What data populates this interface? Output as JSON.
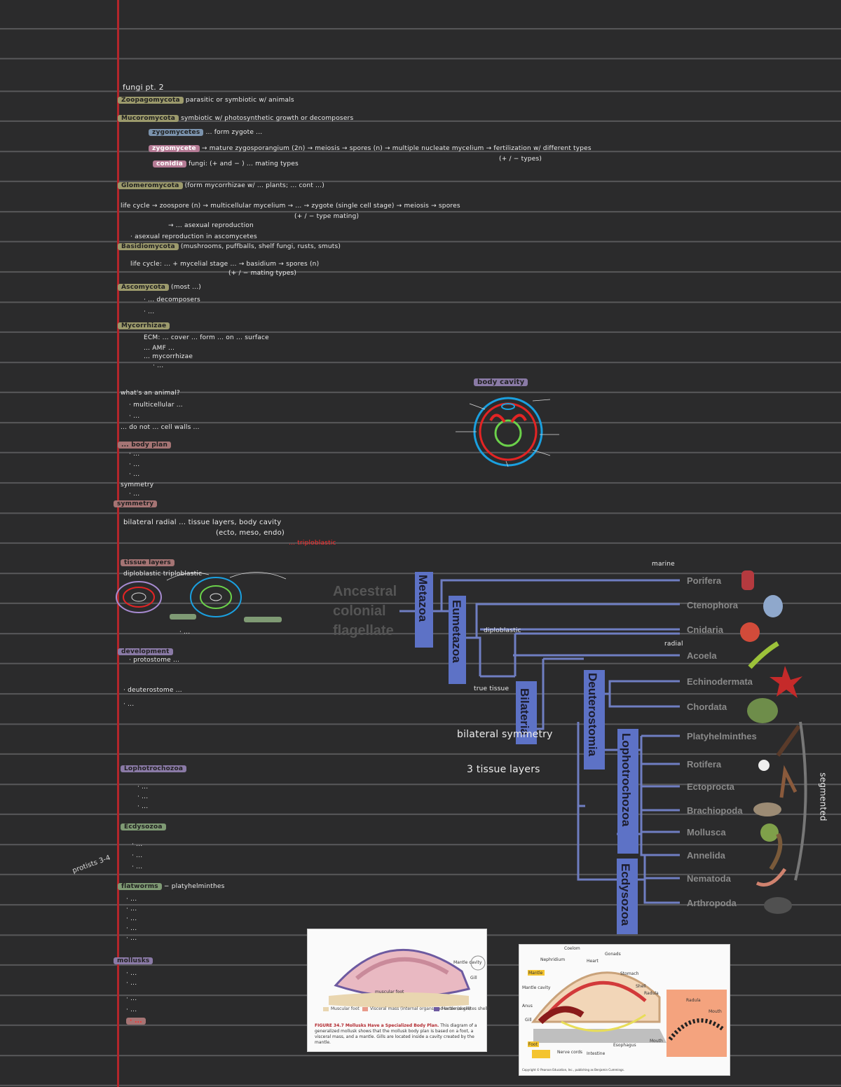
{
  "page": {
    "title": "fungi pt. 2"
  },
  "notes": {
    "n1_hl": "Zoopagomycota",
    "n1": "parasitic or symbiotic w/ animals",
    "n2_hl": "Mucoromycota",
    "n2": "symbiotic w/ photosynthetic growth or decomposers",
    "n3_hl": "zygomycetes",
    "n3": "... form zygote ...",
    "n4_hl": "zygomycete",
    "n4": "→ mature zygosporangium (2n) → meiosis → spores (n) → multiple nucleate mycelium → fertilization w/ different types",
    "n5": "(+ / − types)",
    "n6_hl": "conidia",
    "n6": "fungi: (+ and − ) ... mating types",
    "n7_hl": "Glomeromycota",
    "n7": "(form mycorrhizae w/ ... plants; ... cont ...)",
    "n8_hl": "life cycle",
    "n8": "→ zoospore (n) → multicellular mycelium → ... → zygote (single cell stage) → meiosis → spores",
    "n9": "(+ / − type mating)",
    "n10": "→ ... asexual reproduction",
    "n11": "· asexual reproduction in ascomycetes",
    "n12_hl": "Basidiomycota",
    "n12": "(mushrooms, puffballs, shelf fungi, rusts, smuts)",
    "n13": "life cycle: ... + mycelial stage ... → basidium → spores (n)",
    "n14": "(+ / − mating types)",
    "n15_hl": "Ascomycota",
    "n15": "(most ...)",
    "n16": "· ... decomposers",
    "n17": "· ... ",
    "n18_hl": "Mycorrhizae",
    "n18": "",
    "n19": "ECM: ... cover ... form ... on ... surface",
    "n20": "... AMF ...",
    "n21": "... mycorrhizae",
    "n22": "· ... ",
    "n23": "what's an animal?",
    "n24": "· multicellular ...",
    "n25": "· ... ",
    "n26": "... do not ... cell walls ...",
    "n27_hl": "... body plan",
    "n27": "",
    "n28": "· ... ",
    "n29": "· ... ",
    "n30": "· ... ",
    "n31": "symmetry",
    "n32": "· ...",
    "n33_hl": "symmetry",
    "n33": "",
    "n34": "bilateral   radial   ... tissue layers, body cavity",
    "n35": "(ecto, meso, endo)",
    "n36": "... triploblastic",
    "n37": "tissue layers",
    "n38": "diploblastic   triploblastic",
    "n39": "· ... ",
    "n40_hl": "development",
    "n40": "",
    "n41": "· protostome ...",
    "n42": "· deuterostome ...",
    "n43": "· ... ",
    "n44": "Lophotrochozoa",
    "n45": "· ... ",
    "n46": "· ... ",
    "n47": "· ... ",
    "n48": "Ecdysozoa",
    "n49": "· ... ",
    "n50": "· ... ",
    "n51": "· ... ",
    "n52_hl": "flatworms",
    "n52": "− platyhelminthes",
    "n53": "· ... ",
    "n54": "· ... ",
    "n55": "· ... ",
    "n56": "· ... ",
    "n57": "· ... ",
    "n58_hl": "mollusks",
    "n58": "",
    "n59": "· ... ",
    "n60": "· ... ",
    "n61": "· ... ",
    "n62": "· ... ",
    "n63_red": "· ... ",
    "side_note": "protists 3-4",
    "body_cavity": "body cavity",
    "marine": "marine",
    "radial": "radial",
    "true_tissue": "true tissue",
    "bilateral_symmetry": "bilateral symmetry",
    "three_tissue": "3 tissue layers",
    "segmented": "segmented",
    "diploblastic": "diploblastic"
  },
  "tree": {
    "root": "Ancestral colonial flagellate",
    "clades": [
      "Metazoa",
      "Eumetazoa",
      "Bilateria",
      "Deuterostomia",
      "Lophotrochozoa",
      "Ecdysozoa"
    ],
    "taxa": [
      "Porifera",
      "Ctenophora",
      "Cnidaria",
      "Acoela",
      "Echinodermata",
      "Chordata",
      "Platyhelminthes",
      "Rotifera",
      "Ectoprocta",
      "Brachiopoda",
      "Mollusca",
      "Annelida",
      "Nematoda",
      "Arthropoda"
    ],
    "colors": {
      "branch": "#6f7ec2",
      "clade_box": "#5d72c6",
      "taxon": "#8a8a8a"
    }
  },
  "figure1": {
    "title": "FIGURE 34.7  Mollusks Have a Specialized Body Plan.",
    "caption": "This diagram of a generalized mollusk shows that the mollusk body plan is based on a foot, a visceral mass, and a mantle. Gills are located inside a cavity created by the mantle.",
    "legend": [
      "Muscular foot",
      "Visceral mass (internal organs and external gill)",
      "Mantle (secretes shell)"
    ],
    "labels": [
      "Mantle cavity",
      "Gill",
      "muscular foot"
    ]
  },
  "figure2": {
    "labels": [
      "Coelom",
      "Nephridium",
      "Heart",
      "Gonads",
      "Stomach",
      "Shell",
      "Radula",
      "Mantle",
      "Mantle cavity",
      "Anus",
      "Gill",
      "Foot",
      "Nerve cords",
      "Intestine",
      "Esophagus",
      "Mouth",
      "Radula",
      "Mouth"
    ],
    "credit": "Copyright © Pearson Education, Inc., publishing as Benjamin Cummings."
  }
}
